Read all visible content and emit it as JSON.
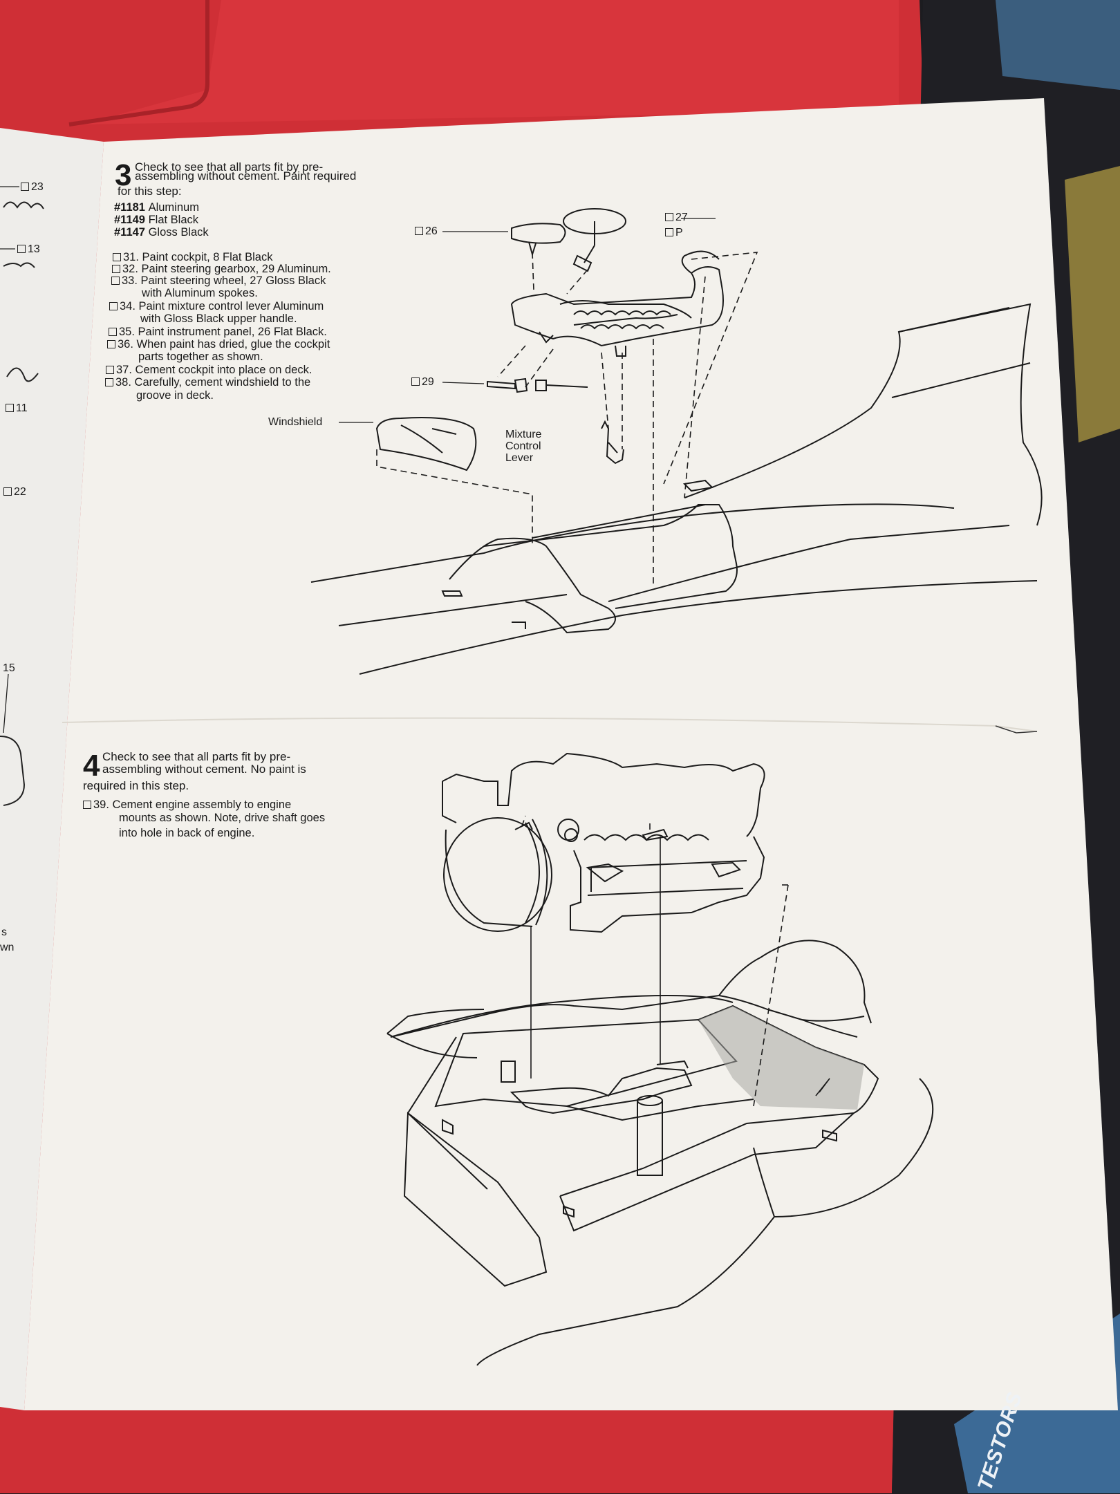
{
  "left_page": {
    "labels": [
      "23",
      "13",
      "11",
      "22",
      "15",
      "s",
      "wn"
    ]
  },
  "step3": {
    "number": "3",
    "intro": [
      "Check to see that all parts fit by pre-",
      "assembling without cement. Paint required",
      "for this step:"
    ],
    "paints": [
      {
        "code": "#1181",
        "name": "Aluminum"
      },
      {
        "code": "#1149",
        "name": "Flat Black"
      },
      {
        "code": "#1147",
        "name": "Gloss Black"
      }
    ],
    "instructions": [
      {
        "num": "31.",
        "lines": [
          "Paint cockpit, 8 Flat Black"
        ]
      },
      {
        "num": "32.",
        "lines": [
          "Paint steering gearbox, 29 Aluminum."
        ]
      },
      {
        "num": "33.",
        "lines": [
          "Paint steering wheel, 27 Gloss Black",
          "with Aluminum spokes."
        ]
      },
      {
        "num": "34.",
        "lines": [
          "Paint mixture control lever Aluminum",
          "with Gloss Black upper handle."
        ]
      },
      {
        "num": "35.",
        "lines": [
          "Paint instrument panel, 26 Flat Black."
        ]
      },
      {
        "num": "36.",
        "lines": [
          "When paint has dried, glue the cockpit",
          "parts together as shown."
        ]
      },
      {
        "num": "37.",
        "lines": [
          "Cement cockpit into place on deck."
        ]
      },
      {
        "num": "38.",
        "lines": [
          "Carefully, cement windshield to the",
          "groove in deck."
        ]
      }
    ],
    "parts": {
      "p26": "26",
      "p27": "27",
      "p29": "29",
      "pP": "P"
    },
    "windshield_label": "Windshield",
    "mixture_label": [
      "Mixture",
      "Control",
      "Lever"
    ]
  },
  "step4": {
    "number": "4",
    "intro": [
      "Check to see that all parts fit by pre-",
      "assembling without cement. No paint is",
      "required in this step."
    ],
    "instructions": [
      {
        "num": "39.",
        "lines": [
          "Cement engine assembly to engine",
          "mounts as shown. Note, drive shaft goes",
          "into hole in back of engine."
        ]
      }
    ]
  },
  "brand": "TESTORS",
  "colors": {
    "paper": "#f3f1ec",
    "ink": "#1a1a1a",
    "tray_red": "#cf2f36",
    "dark_bg": "#1c1c20"
  }
}
